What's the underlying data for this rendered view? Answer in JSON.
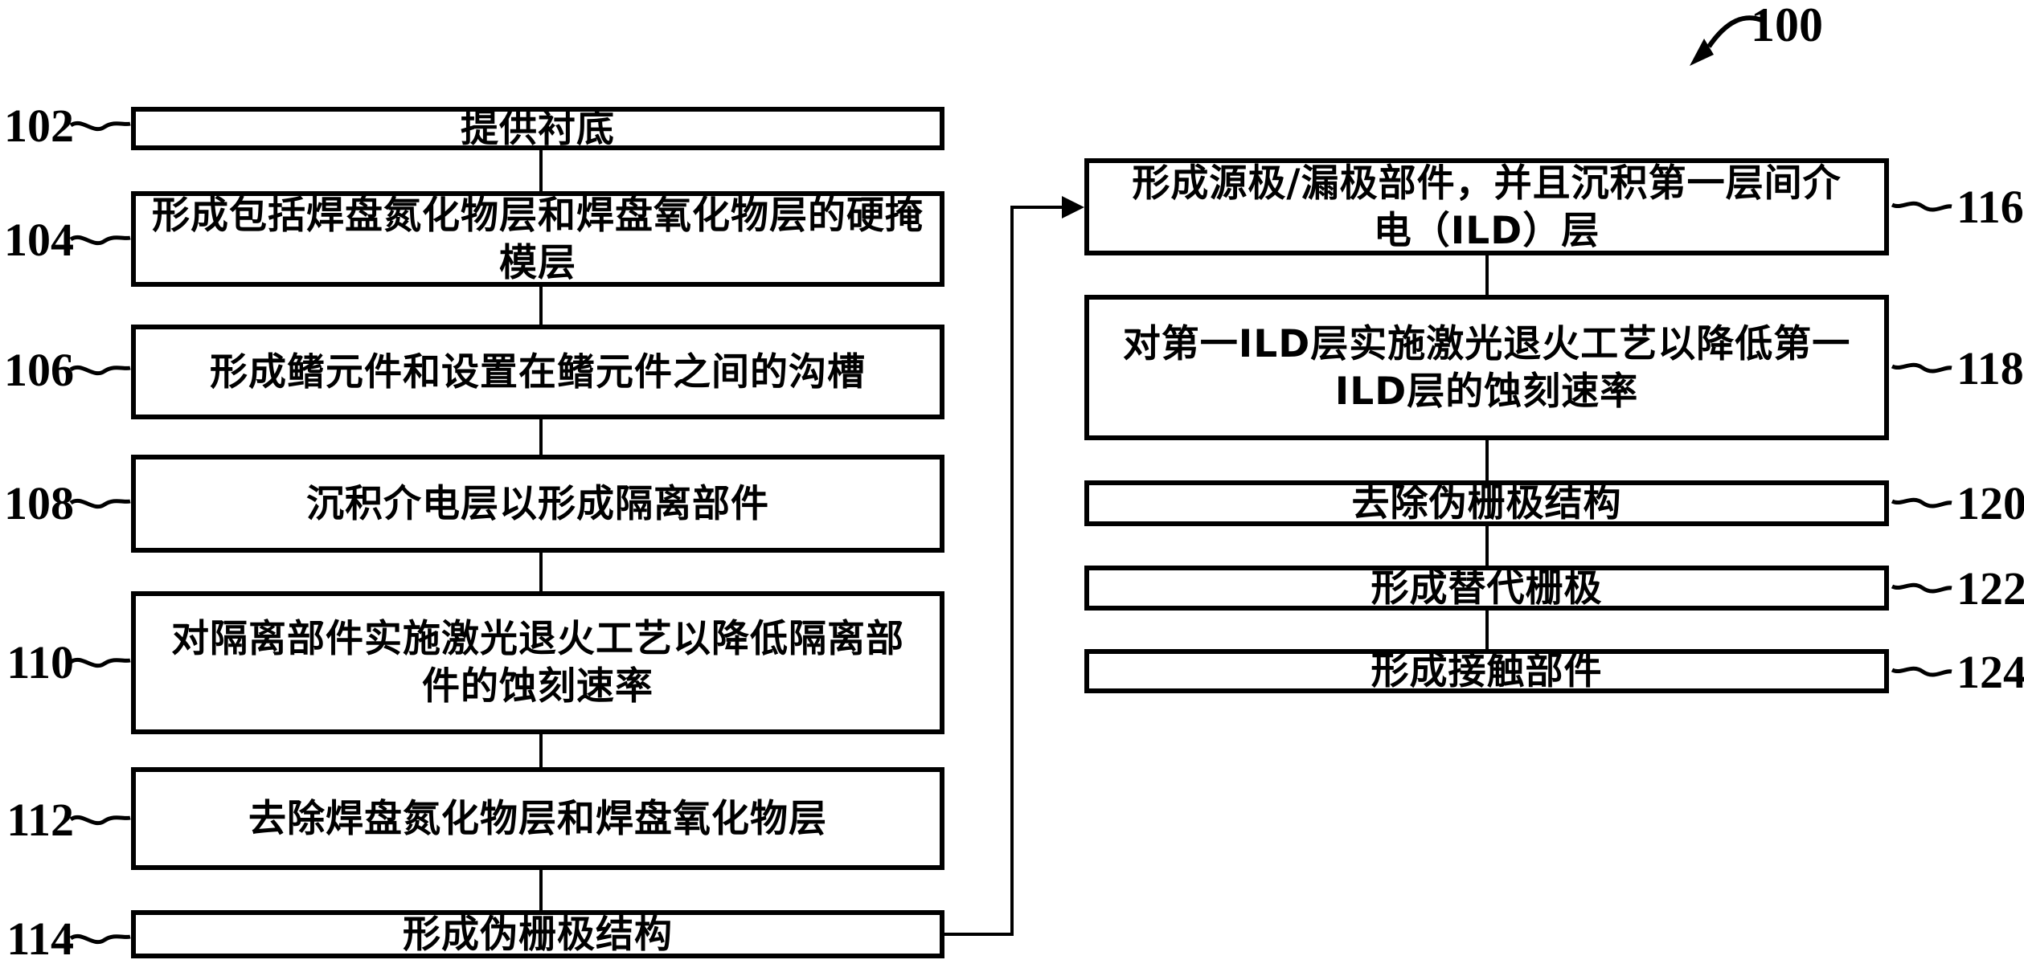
{
  "figure": {
    "reference_label": "100",
    "left_steps": [
      {
        "id": "102",
        "text": "提供衬底"
      },
      {
        "id": "104",
        "text": "形成包括焊盘氮化物层和焊盘氧化物层的硬掩\n模层"
      },
      {
        "id": "106",
        "text": "形成鳍元件和设置在鳍元件之间的沟槽"
      },
      {
        "id": "108",
        "text": "沉积介电层以形成隔离部件"
      },
      {
        "id": "110",
        "text": "对隔离部件实施激光退火工艺以降低隔离部\n件的蚀刻速率"
      },
      {
        "id": "112",
        "text": "去除焊盘氮化物层和焊盘氧化物层"
      },
      {
        "id": "114",
        "text": "形成伪栅极结构"
      }
    ],
    "right_steps": [
      {
        "id": "116",
        "text": "形成源极/漏极部件，并且沉积第一层间介\n电（ILD）层"
      },
      {
        "id": "118",
        "text": "对第一ILD层实施激光退火工艺以降低第一\nILD层的蚀刻速率"
      },
      {
        "id": "120",
        "text": "去除伪栅极结构"
      },
      {
        "id": "122",
        "text": "形成替代栅极"
      },
      {
        "id": "124",
        "text": "形成接触部件"
      }
    ],
    "colors": {
      "ink": "#000000",
      "background": "#ffffff"
    }
  }
}
